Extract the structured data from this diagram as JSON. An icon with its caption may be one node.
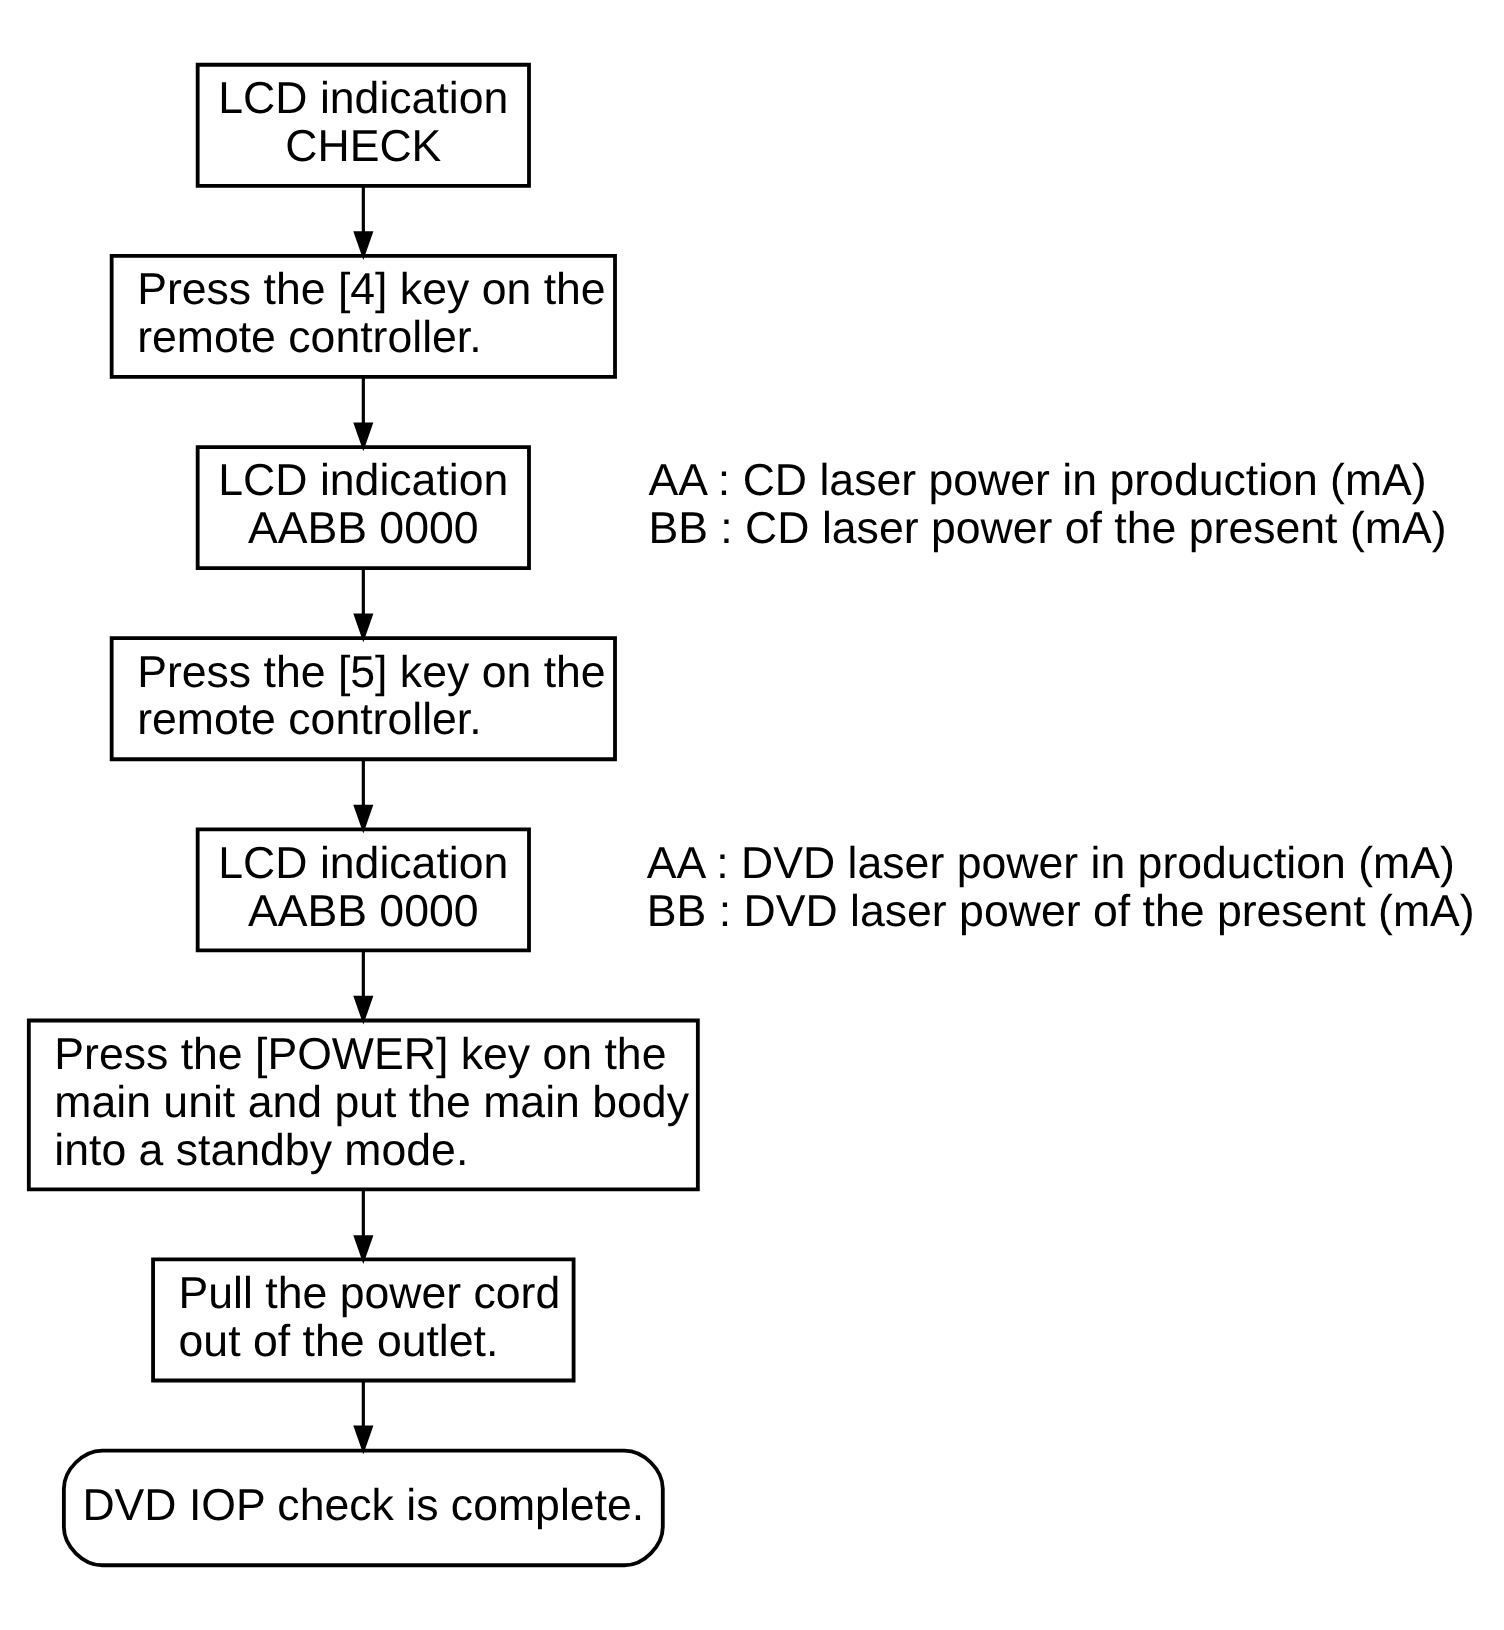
{
  "diagram": {
    "nodes": [
      {
        "text": [
          "LCD indication CHECK"
        ]
      },
      {
        "text": [
          "Press the [4] key on the remote controller."
        ]
      },
      {
        "text": [
          "LCD indication AABB 0000"
        ],
        "beside": [
          "AA : CD laser power in production (mA)",
          "BB : CD laser power of the present (mA)"
        ]
      },
      {
        "text": [
          "Press the [5] key on the remote controller."
        ]
      },
      {
        "text": [
          "LCD indication AABB 0000"
        ],
        "beside": [
          "AA : DVD laser power in production (mA)",
          "BB : DVD laser power of the present (mA)"
        ]
      },
      {
        "text": [
          "Press the [POWER] key on the main unit and put the main body into a standby mode."
        ]
      },
      {
        "text": [
          "Pull the power cord out of the outlet."
        ]
      },
      {
        "text": [
          "DVD IOP check is complete."
        ]
      }
    ],
    "edges": [
      {
        "from": 0,
        "to": 1,
        "arrow": "to"
      },
      {
        "from": 1,
        "to": 2,
        "arrow": "to"
      },
      {
        "from": 2,
        "to": 3,
        "arrow": "to"
      },
      {
        "from": 3,
        "to": 4,
        "arrow": "to"
      },
      {
        "from": 4,
        "to": 5,
        "arrow": "to"
      },
      {
        "from": 5,
        "to": 6,
        "arrow": "to"
      },
      {
        "from": 6,
        "to": 7,
        "arrow": "to"
      }
    ]
  }
}
